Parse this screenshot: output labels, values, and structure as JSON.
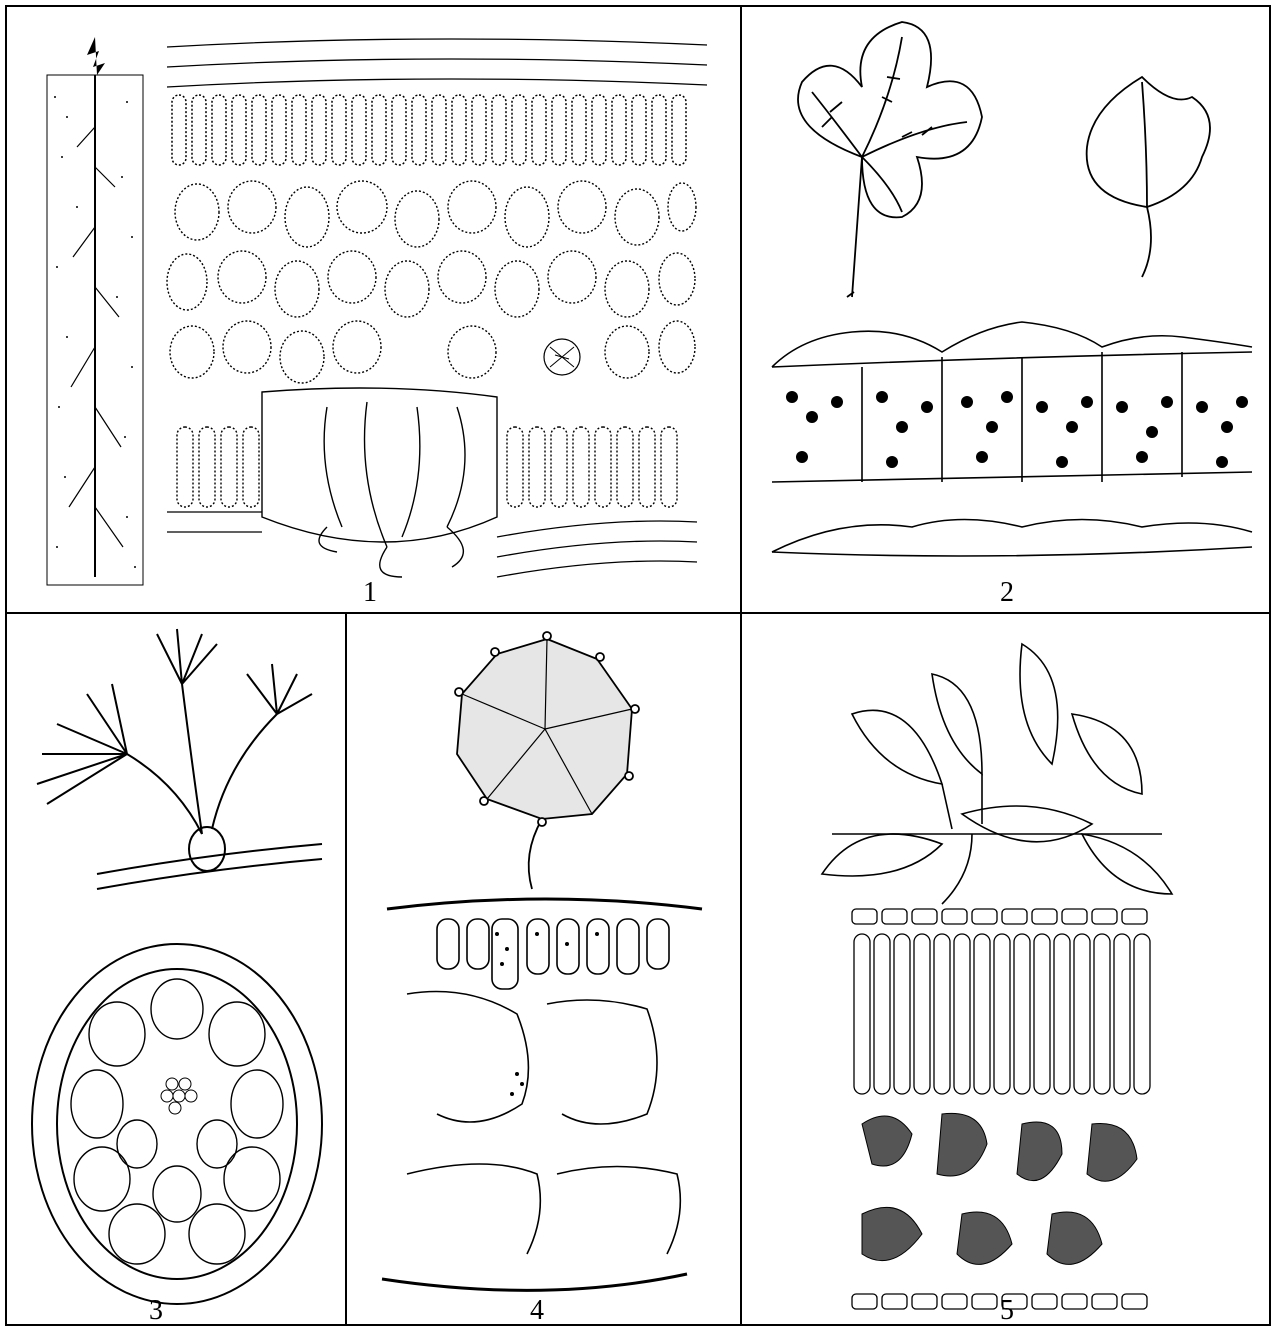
{
  "figure": {
    "panels": [
      {
        "label": "1",
        "subject": "xerophyte-leaf-cross-section-with-deep-root"
      },
      {
        "label": "2",
        "subject": "clover-leaf-and-shade-leaf-section"
      },
      {
        "label": "3",
        "subject": "aquatic-dissected-leaf-and-section"
      },
      {
        "label": "4",
        "subject": "floating-leaf-and-aerenchyma-section"
      },
      {
        "label": "5",
        "subject": "mesophyte-leaf-and-section"
      }
    ]
  },
  "colors": {
    "ink": "#000000",
    "paper": "#ffffff"
  }
}
